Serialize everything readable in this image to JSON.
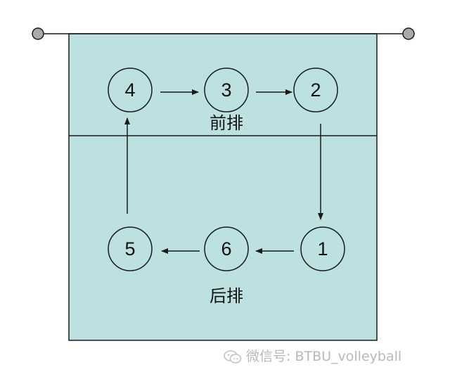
{
  "diagram": {
    "colors": {
      "court_fill": "#bde0e1",
      "line": "#1a1a1a",
      "post_fill": "#a7aca9"
    },
    "row_labels": {
      "front": "前排",
      "back": "后排"
    },
    "positions": [
      {
        "id": "4",
        "label": "4",
        "row": "front"
      },
      {
        "id": "3",
        "label": "3",
        "row": "front"
      },
      {
        "id": "2",
        "label": "2",
        "row": "front"
      },
      {
        "id": "5",
        "label": "5",
        "row": "back"
      },
      {
        "id": "6",
        "label": "6",
        "row": "back"
      },
      {
        "id": "1",
        "label": "1",
        "row": "back"
      }
    ],
    "rotation_arrows": [
      {
        "from": "4",
        "to": "3"
      },
      {
        "from": "3",
        "to": "2"
      },
      {
        "from": "2",
        "to": "1"
      },
      {
        "from": "1",
        "to": "6"
      },
      {
        "from": "6",
        "to": "5"
      },
      {
        "from": "5",
        "to": "4"
      }
    ]
  },
  "watermark": {
    "text": "微信号: BTBU_volleyball",
    "icon": "wechat-icon"
  }
}
